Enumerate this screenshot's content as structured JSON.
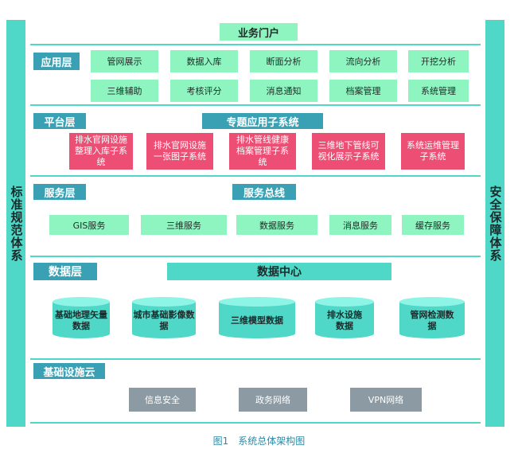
{
  "side_left": "标准规范体系",
  "side_right": "安全保障体系",
  "portal": "业务门户",
  "application": {
    "label": "应用层",
    "row1": [
      "管网展示",
      "数据入库",
      "断面分析",
      "流向分析",
      "开挖分析"
    ],
    "row2": [
      "三维辅助",
      "考核评分",
      "消息通知",
      "档案管理",
      "系统管理"
    ]
  },
  "platform": {
    "label": "平台层",
    "title": "专题应用子系统",
    "systems": [
      "排水官网设施整理入库子系统",
      "排水官网设施一张图子系统",
      "排水管线健康档案管理子系统",
      "三维地下管线可视化展示子系统",
      "系统运维管理子系统"
    ]
  },
  "service": {
    "label": "服务层",
    "bus": "服务总线",
    "items": [
      "GIS服务",
      "三维服务",
      "数据服务",
      "消息服务",
      "缓存服务"
    ]
  },
  "data": {
    "label": "数据层",
    "center": "数据中心",
    "stores": [
      "基础地理矢量数据",
      "城市基础影像数据",
      "三维模型数据",
      "排水设施数据",
      "管网检测数据"
    ]
  },
  "infra": {
    "label": "基础设施云",
    "items": [
      "信息安全",
      "政务网络",
      "VPN网络"
    ]
  },
  "caption": "图1　系统总体架构图",
  "colors": {
    "cyan": "#4fd8c8",
    "teal": "#3aa1b4",
    "green": "#8ef5c0",
    "red": "#ed4e74",
    "gray": "#8c9aa3"
  }
}
